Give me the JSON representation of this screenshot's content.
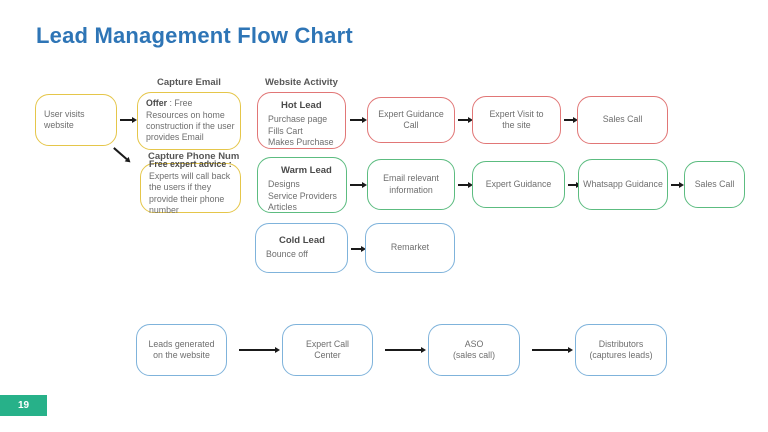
{
  "title": "Lead Management Flow Chart",
  "page_number": "19",
  "colors": {
    "title-blue": "#2E75B6",
    "yellow": "#E5C64A",
    "red": "#E17676",
    "green": "#5CBC80",
    "blue": "#7FB3DB",
    "teal": "#27B189",
    "text": "#6E6E6E",
    "heading": "#4A4A4A",
    "label": "#575757",
    "arrow": "#1a1a1a"
  },
  "labels": {
    "capture_email": "Capture Email",
    "website_activity": "Website Activity",
    "capture_phone": "Capture Phone Num"
  },
  "hot_row": {
    "user_box": "User visits\nwebsite",
    "offer": {
      "bold": "Offer",
      "rest": " : Free Resources on home construction if the user provides Email"
    },
    "lead": {
      "title": "Hot Lead",
      "items": [
        "Purchase page",
        "Fills Cart",
        "Makes Purchase"
      ]
    },
    "steps": [
      "Expert Guidance Call",
      "Expert Visit to\nthe site",
      "Sales Call"
    ]
  },
  "warm_row": {
    "advice": {
      "bold": "Free expert advice :",
      "rest": "Experts will call back the users if they provide their phone number"
    },
    "lead": {
      "title": "Warm Lead",
      "items": [
        "Designs",
        "Service Providers",
        "Articles"
      ]
    },
    "steps": [
      "Email relevant\ninformation",
      "Expert Guidance",
      "Whatsapp Guidance",
      "Sales Call"
    ]
  },
  "cold_row": {
    "lead": {
      "title": "Cold Lead",
      "items": [
        "Bounce off"
      ]
    },
    "steps": [
      "Remarket"
    ]
  },
  "bottom_row": {
    "steps": [
      "Leads generated\non the website",
      "Expert Call\nCenter",
      "ASO\n(sales call)",
      "Distributors\n(captures leads)"
    ]
  }
}
